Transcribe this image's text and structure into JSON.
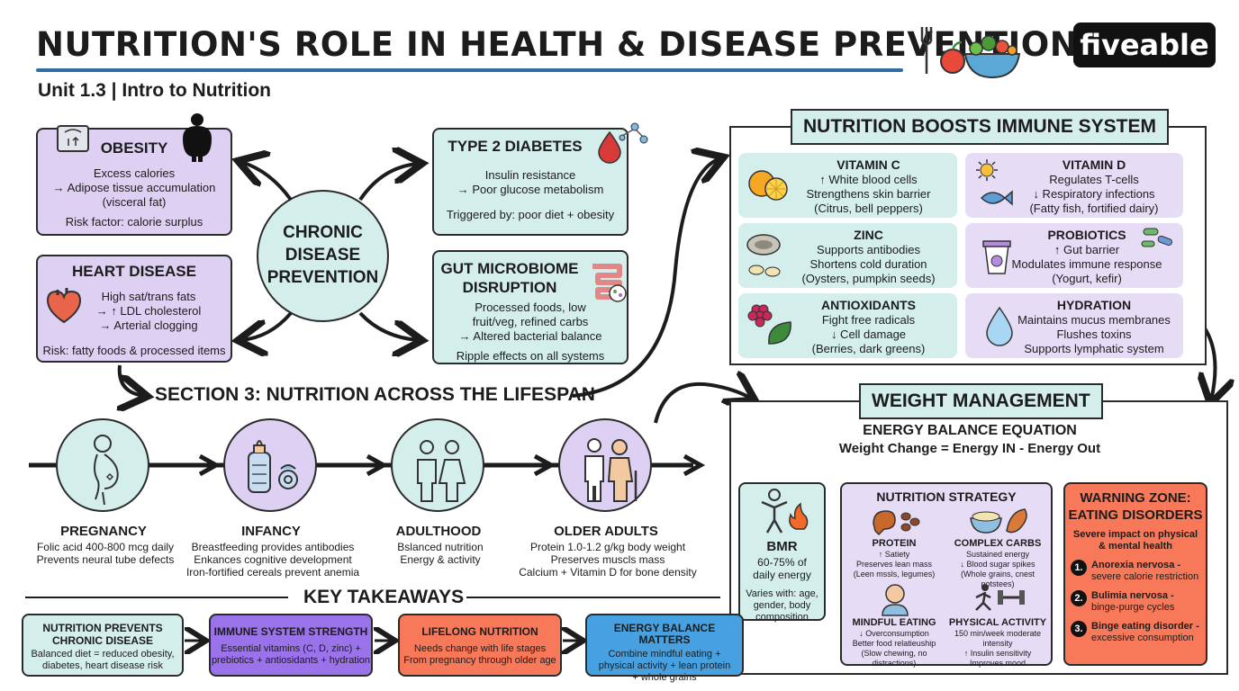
{
  "header": {
    "title": "NUTRITION'S ROLE IN HEALTH & DISEASE PREVENTION",
    "subtitle": "Unit 1.3 | Intro to Nutrition",
    "brand": "fiveable"
  },
  "chronic": {
    "center": [
      "CHRONIC",
      "DISEASE",
      "PREVENTION"
    ],
    "obesity": {
      "title": "OBESITY",
      "lines": [
        "Excess calories",
        "→ Adipose tissue accumulation",
        "(visceral fat)"
      ],
      "risk": "Risk factor: calorie surplus"
    },
    "heart": {
      "title": "HEART DISEASE",
      "lines": [
        "High sat/trans fats",
        "→ ↑ LDL cholesterol",
        "→ Arterial clogging"
      ],
      "risk": "Risk: fatty foods & processed items"
    },
    "diabetes": {
      "title": "TYPE 2 DIABETES",
      "lines": [
        "Insulin resistance",
        "→ Poor glucose metabolism"
      ],
      "trigger": "Triggered by: poor diet + obesity"
    },
    "gut": {
      "title": [
        "GUT MICROBIOME",
        "DISRUPTION"
      ],
      "lines": [
        "Processed foods, low",
        "fruit/veg, refined carbs",
        "→ Altered bacterial balance"
      ],
      "note": "Ripple effects on all systems"
    }
  },
  "immune": {
    "heading": "NUTRITION BOOSTS IMMUNE SYSTEM",
    "items": [
      {
        "title": "VITAMIN C",
        "lines": [
          "↑ White blood cells",
          "Strengthens skin barrier",
          "(Citrus, bell peppers)"
        ]
      },
      {
        "title": "VITAMIN D",
        "lines": [
          "Regulates T-cells",
          "↓ Respiratory infections",
          "(Fatty fish, fortified dairy)"
        ]
      },
      {
        "title": "ZINC",
        "lines": [
          "Supports antibodies",
          "Shortens cold duration",
          "(Oysters, pumpkin seeds)"
        ]
      },
      {
        "title": "PROBIOTICS",
        "lines": [
          "↑ Gut barrier",
          "Modulates immune response",
          "(Yogurt, kefir)"
        ]
      },
      {
        "title": "ANTIOXIDANTS",
        "lines": [
          "Fight free radicals",
          "↓ Cell damage",
          "(Berries, dark greens)"
        ]
      },
      {
        "title": "HYDRATION",
        "lines": [
          "Maintains mucus membranes",
          "Flushes toxins",
          "Supports lymphatic system"
        ]
      }
    ]
  },
  "lifespan": {
    "heading": "SECTION 3: NUTRITION ACROSS THE LIFESPAN",
    "stages": [
      {
        "title": "PREGNANCY",
        "lines": [
          "Folic acid 400-800 mcg daily",
          "Prevents neural tube defects"
        ]
      },
      {
        "title": "INFANCY",
        "lines": [
          "Breastfeeding provides antibodies",
          "Enkances cognitive development",
          "Iron-fortified cereals prevent anemia"
        ]
      },
      {
        "title": "ADULTHOOD",
        "lines": [
          "Bslanced nutrition",
          "Energy & activity"
        ]
      },
      {
        "title": "OLDER ADULTS",
        "lines": [
          "Protein 1.0-1.2 g/kg body weight",
          "Preserves muscls mass",
          "Calcium + Vitamin D for bone density"
        ]
      }
    ]
  },
  "weight": {
    "heading": "WEIGHT MANAGEMENT",
    "equation_title": "ENERGY BALANCE EQUATION",
    "equation": "Weight Change = Energy IN - Energy Out",
    "bmr": {
      "title": "BMR",
      "lines": [
        "60-75% of",
        "daily energy"
      ],
      "varies": [
        "Varies with: age,",
        "gender, body",
        "composition"
      ]
    },
    "strategy": {
      "title": "NUTRITION STRATEGY",
      "items": [
        {
          "title": "PROTEIN",
          "lines": [
            "↑ Satiety",
            "Preserves lean mass",
            "(Leen mssls, legumes)"
          ]
        },
        {
          "title": "COMPLEX CARBS",
          "lines": [
            "Sustained energy",
            "↓ Blood sugar spikes",
            "(Whole grains, cnest potstees)"
          ]
        },
        {
          "title": "MINDFUL EATING",
          "lines": [
            "↓ Overconsumption",
            "Better food relatieuship",
            "(Slow chewing, no distractions)"
          ]
        },
        {
          "title": "PHYSICAL ACTIVITY",
          "lines": [
            "150 min/week moderate intensity",
            "↑ Insulin sensitivity",
            "Improves mood"
          ]
        }
      ]
    },
    "warning": {
      "title": [
        "WARNING ZONE:",
        "EATING DISORDERS"
      ],
      "intro": [
        "Severe impact on physical",
        "& mental health"
      ],
      "items": [
        {
          "num": "1.",
          "name": "Anorexia nervosa -",
          "desc": "severe calorie restriction"
        },
        {
          "num": "2.",
          "name": "Bulimia nervosa -",
          "desc": "binge-purge cycles"
        },
        {
          "num": "3.",
          "name": "Binge eating disorder -",
          "desc": "excessive consumption"
        }
      ]
    }
  },
  "takeaways": {
    "heading": "KEY TAKEAWAYS",
    "items": [
      {
        "title": [
          "NUTRITION PREVENTS",
          "CHRONIC DISEASE"
        ],
        "lines": [
          "Balanced diet = reduced obesity,",
          "diabetes, heart disease risk"
        ]
      },
      {
        "title": [
          "IMMUNE SYSTEM STRENGTH"
        ],
        "lines": [
          "Essential vitamins (C, D, zinc) +",
          "prebiotics + antiosidants + hydration"
        ]
      },
      {
        "title": [
          "LIFELONG NUTRITION"
        ],
        "lines": [
          "Needs change with life stages",
          "From pregnancy through older age"
        ]
      },
      {
        "title": [
          "ENERGY BALANCE MATTERS"
        ],
        "lines": [
          "Combine mindful eating +",
          "physical activity + lean protein",
          "+ whole grains"
        ]
      }
    ]
  },
  "colors": {
    "purple": "#ddd0f3",
    "teal": "#d4eeec",
    "orange": "#f7795a",
    "blue": "#47a1e1",
    "lavender": "#9a72e9",
    "accent_line": "#2f6ea5"
  }
}
